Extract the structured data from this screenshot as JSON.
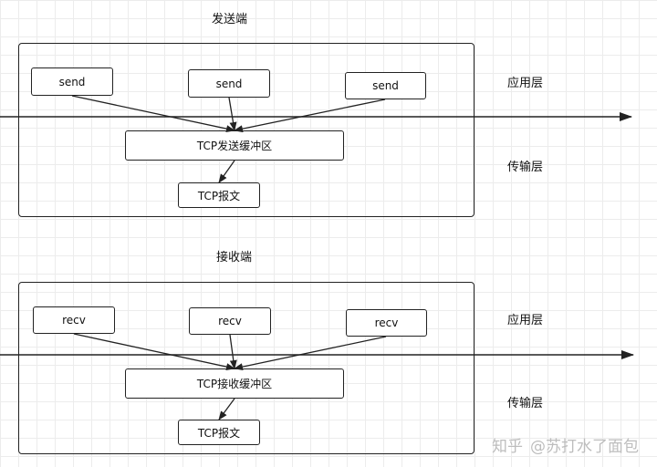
{
  "sender": {
    "title": "发送端",
    "layer_app": "应用层",
    "layer_transport": "传输层",
    "send_labels": [
      "send",
      "send",
      "send"
    ],
    "buffer_label": "TCP发送缓冲区",
    "segment_label": "TCP报文"
  },
  "receiver": {
    "title": "接收端",
    "layer_app": "应用层",
    "layer_transport": "传输层",
    "recv_labels": [
      "recv",
      "recv",
      "recv"
    ],
    "buffer_label": "TCP接收缓冲区",
    "segment_label": "TCP报文"
  },
  "watermark": {
    "brand": "知乎",
    "author": "@苏打水了面包"
  },
  "colors": {
    "stroke": "#222222",
    "grid": "#ececec",
    "watermark": "#bdbdbd"
  }
}
